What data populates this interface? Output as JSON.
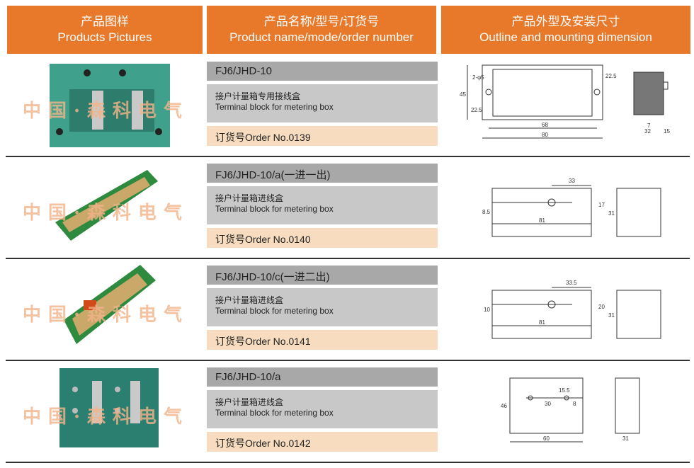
{
  "header": {
    "col1": {
      "zh": "产品图样",
      "en": "Products Pictures"
    },
    "col2": {
      "zh": "产品名称/型号/订货号",
      "en": "Product name/mode/order number"
    },
    "col3": {
      "zh": "产品外型及安装尺寸",
      "en": "Outline and mounting dimension"
    }
  },
  "watermark": "中国·森科电气",
  "products": [
    {
      "model": "FJ6/JHD-10",
      "name_zh": "接户计量箱专用接线盒",
      "name_en": "Terminal block for metering box",
      "order": "订货号Order No.0139",
      "dims": {
        "a": "45",
        "b": "2-φ5",
        "c": "22.5",
        "d": "22.5",
        "e": "68",
        "f": "80",
        "g": "7",
        "h": "32",
        "i": "15"
      }
    },
    {
      "model": "FJ6/JHD-10/a(一进一出)",
      "name_zh": "接户计量箱进线盒",
      "name_en": "Terminal block for metering box",
      "order": "订货号Order No.0140",
      "dims": {
        "a": "33",
        "b": "8.5",
        "c": "17",
        "d": "81",
        "e": "31"
      }
    },
    {
      "model": "FJ6/JHD-10/c(一进二出)",
      "name_zh": "接户计量箱进线盒",
      "name_en": "Terminal block for metering box",
      "order": "订货号Order No.0141",
      "dims": {
        "a": "33.5",
        "b": "10",
        "c": "20",
        "d": "81",
        "e": "31"
      }
    },
    {
      "model": "FJ6/JHD-10/a",
      "name_zh": "接户计量箱进线盒",
      "name_en": "Terminal block for metering box",
      "order": "订货号Order No.0142",
      "dims": {
        "a": "15.5",
        "b": "46",
        "c": "30",
        "d": "8",
        "e": "60",
        "f": "31"
      }
    }
  ]
}
